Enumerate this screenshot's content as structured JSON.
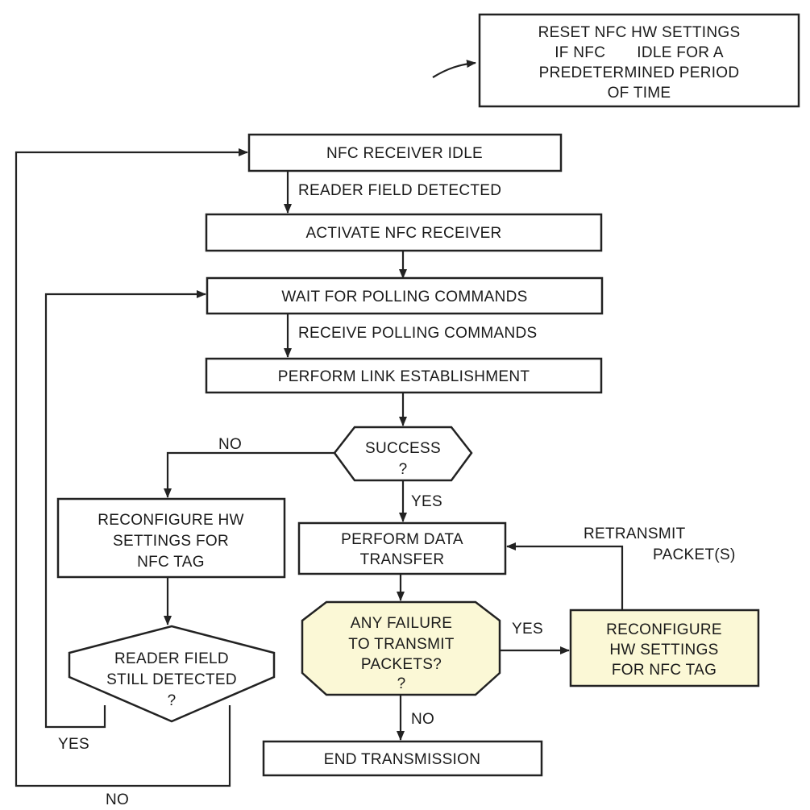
{
  "note": {
    "lines": [
      "RESET NFC HW SETTINGS",
      "IF NFC       IDLE FOR A",
      "PREDETERMINED PERIOD",
      "OF TIME"
    ]
  },
  "nodes": {
    "idle": "NFC RECEIVER IDLE",
    "activate": "ACTIVATE NFC RECEIVER",
    "wait": "WAIT FOR POLLING COMMANDS",
    "link": "PERFORM LINK ESTABLISHMENT",
    "success": [
      "SUCCESS",
      "?"
    ],
    "reconfig_left": [
      "RECONFIGURE HW",
      "SETTINGS FOR",
      "NFC TAG"
    ],
    "data_transfer": [
      "PERFORM DATA",
      "TRANSFER"
    ],
    "failure": [
      "ANY FAILURE",
      "TO TRANSMIT",
      "PACKETS?",
      "?"
    ],
    "reconfig_right": [
      "RECONFIGURE",
      "HW SETTINGS",
      "FOR NFC TAG"
    ],
    "field_still": [
      "READER FIELD",
      "STILL DETECTED",
      "?"
    ],
    "end": "END TRANSMISSION"
  },
  "edges": {
    "reader_field_detected": "READER FIELD DETECTED",
    "receive_polling": "RECEIVE POLLING COMMANDS",
    "success_no": "NO",
    "success_yes": "YES",
    "retransmit": [
      "RETRANSMIT",
      "PACKET(S)"
    ],
    "failure_yes": "YES",
    "failure_no": "NO",
    "field_yes": "YES",
    "field_no": "NO"
  },
  "colors": {
    "line": "#222222",
    "highlight_fill": "#fbf8d6"
  }
}
